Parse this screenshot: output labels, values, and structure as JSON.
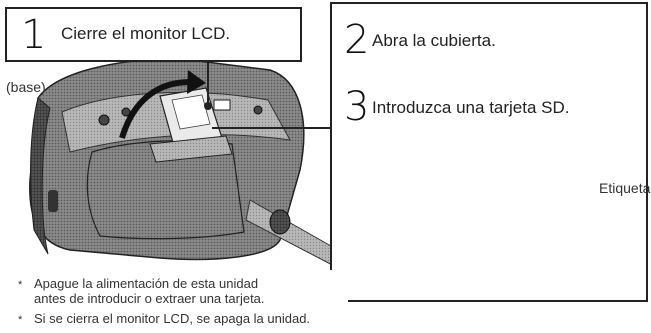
{
  "step1": {
    "number": "1",
    "text": "Cierre el monitor LCD."
  },
  "step2": {
    "number": "2",
    "text": "Abra la cubierta."
  },
  "step3": {
    "number": "3",
    "text": "Introduzca una tarjeta SD."
  },
  "base_label": "(base)",
  "etiqueta_label": "Etiqueta",
  "notes": [
    {
      "marker": "*",
      "line1": "Apague la alimentación de esta unidad",
      "line2": "antes de introducir o extraer una tarjeta."
    },
    {
      "marker": "*",
      "line1": "Si se cierra el monitor LCD, se apaga la unidad."
    }
  ]
}
